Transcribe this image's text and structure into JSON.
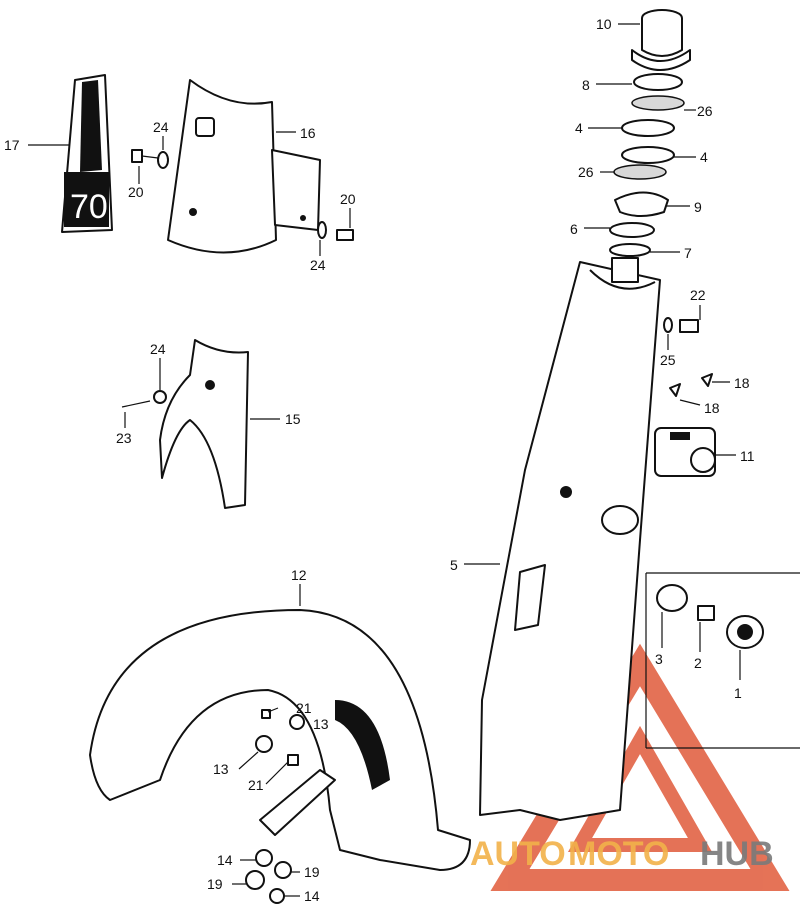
{
  "diagram": {
    "labels": [
      "1",
      "2",
      "3",
      "4",
      "4",
      "5",
      "6",
      "7",
      "8",
      "9",
      "10",
      "11",
      "12",
      "13",
      "13",
      "14",
      "14",
      "15",
      "16",
      "17",
      "18",
      "18",
      "19",
      "19",
      "20",
      "20",
      "21",
      "21",
      "22",
      "23",
      "24",
      "24",
      "24",
      "25",
      "26",
      "26"
    ],
    "emblem_text": "70",
    "colors": {
      "line": "#111111",
      "watermark_red": "#e05a3a",
      "watermark_orange": "#f2b24a",
      "watermark_gray": "#7a7a7a"
    }
  },
  "watermark": {
    "part1": "AUTO",
    "part2": "MOTO",
    "part3": "HUB"
  }
}
